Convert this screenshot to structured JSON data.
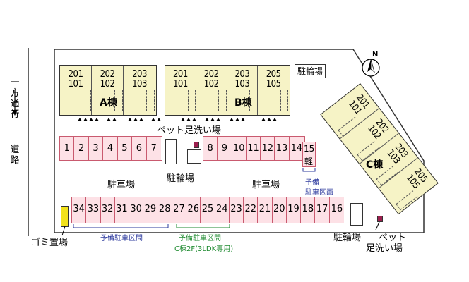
{
  "road": {
    "label_one_way": "一方通行",
    "label_road": "道路"
  },
  "compass": {
    "label": "N"
  },
  "building_a": {
    "name": "A棟",
    "units": [
      [
        "201",
        "101"
      ],
      [
        "202",
        "102"
      ],
      [
        "203",
        "103"
      ]
    ]
  },
  "building_b": {
    "name": "B棟",
    "units": [
      [
        "201",
        "101"
      ],
      [
        "202",
        "102"
      ],
      [
        "203",
        "103"
      ],
      [
        "205",
        "105"
      ]
    ]
  },
  "building_c": {
    "name": "C棟",
    "units": [
      [
        "201",
        "101"
      ],
      [
        "202",
        "102"
      ],
      [
        "203",
        "103"
      ],
      [
        "205",
        "105"
      ]
    ]
  },
  "labels": {
    "bicycle_top": "駐輪場",
    "pet_wash_center": "ペット足洗い場",
    "bicycle_center": "駐輪場",
    "parking_left": "駐車場",
    "parking_right": "駐車場",
    "reserve_15_line1": "予備",
    "reserve_15_line2": "駐車区画",
    "reserve_left": "予備駐車区間",
    "reserve_center_line1": "予備駐車区間",
    "reserve_center_line2": "C棟2F(3LDK専用)",
    "garbage": "ゴミ置場",
    "bicycle_bottom": "駐輪場",
    "pet_wash_bottom_line1": "ペット",
    "pet_wash_bottom_line2": "足洗い場"
  },
  "parking_row_top_left": [
    "1",
    "2",
    "3",
    "4",
    "5",
    "6",
    "7"
  ],
  "parking_row_top_right": [
    "8",
    "9",
    "10",
    "11",
    "12",
    "13",
    "14"
  ],
  "parking_15": {
    "number": "15",
    "sub": "軽"
  },
  "parking_row_bottom": [
    "34",
    "33",
    "32",
    "31",
    "30",
    "29",
    "28",
    "27",
    "26",
    "25",
    "24",
    "23",
    "22",
    "21",
    "20",
    "19",
    "18",
    "17",
    "16"
  ],
  "colors": {
    "building_fill": "#f6f3c6",
    "parking_fill": "#fde1e6",
    "parking_border": "#c95a6f",
    "reserve_blue": "#2e3b9e",
    "reserve_green": "#1d8a2f",
    "garbage_yellow": "#f2e21a"
  }
}
